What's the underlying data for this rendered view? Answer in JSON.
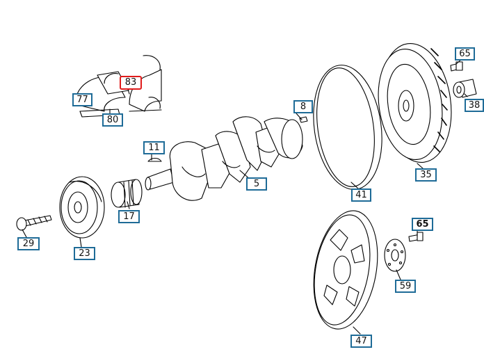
{
  "diagram": {
    "accent_color": "#1e6b97",
    "selected_color": "#e01a1a",
    "selected_callout": "83",
    "callouts": {
      "c77": "77",
      "c83": "83",
      "c80": "80",
      "c8": "8",
      "c11": "11",
      "c5": "5",
      "c41": "41",
      "c35": "35",
      "c65a": "65",
      "c38": "38",
      "c17": "17",
      "c29": "29",
      "c23": "23",
      "c65b": "65",
      "c59": "59",
      "c47": "47"
    }
  }
}
